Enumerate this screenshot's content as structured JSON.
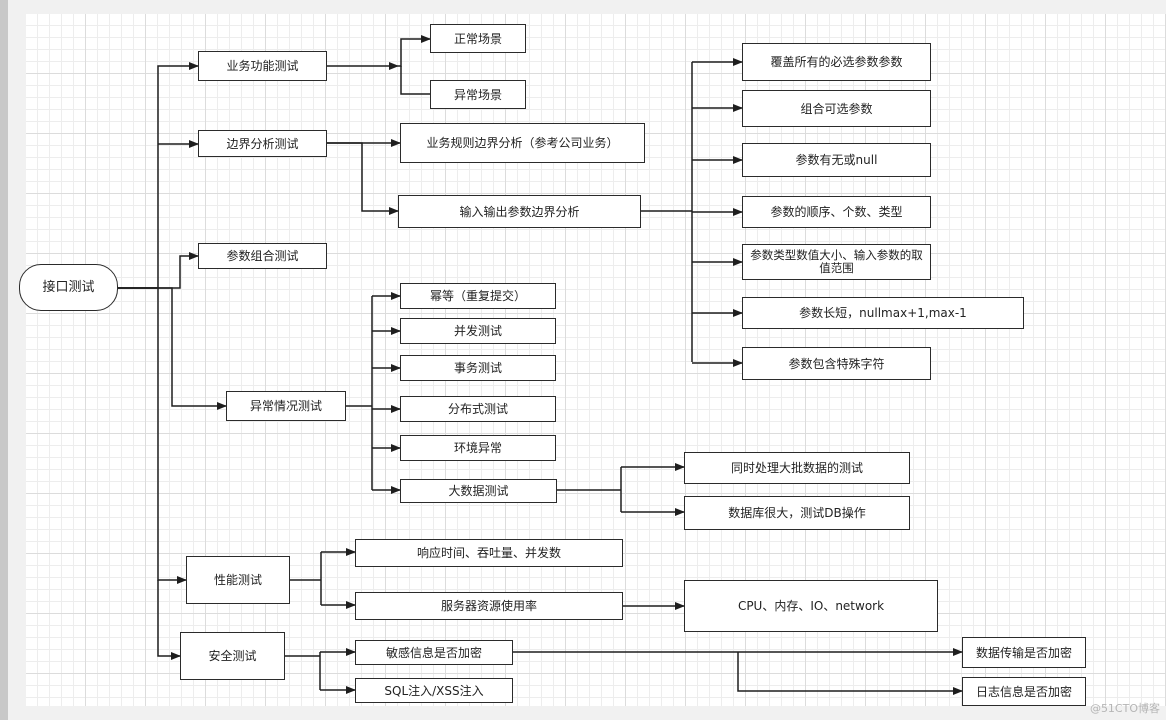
{
  "root": "接口测试",
  "l1": {
    "functional": "业务功能测试",
    "boundary": "边界分析测试",
    "combination": "参数组合测试",
    "exception": "异常情况测试",
    "performance": "性能测试",
    "security": "安全测试"
  },
  "functional_children": [
    "正常场景",
    "异常场景"
  ],
  "boundary_children": {
    "business_rules": "业务规则边界分析（参考公司业务）",
    "io_params": "输入输出参数边界分析"
  },
  "io_children": [
    "覆盖所有的必选参数参数",
    "组合可选参数",
    "参数有无或null",
    "参数的顺序、个数、类型",
    "参数类型数值大小、输入参数的取值范围",
    "参数长短，nullmax+1,max-1",
    "参数包含特殊字符"
  ],
  "exception_children": [
    "幂等（重复提交）",
    "并发测试",
    "事务测试",
    "分布式测试",
    "环境异常",
    "大数据测试"
  ],
  "bigdata_children": [
    "同时处理大批数据的测试",
    "数据库很大，测试DB操作"
  ],
  "performance_children": {
    "response": "响应时间、吞吐量、并发数",
    "resources": "服务器资源使用率"
  },
  "resources_child": "CPU、内存、IO、network",
  "security_children": {
    "sensitive": "敏感信息是否加密",
    "injection": "SQL注入/XSS注入"
  },
  "sensitive_children": [
    "数据传输是否加密",
    "日志信息是否加密"
  ],
  "watermark": "@51CTO博客"
}
